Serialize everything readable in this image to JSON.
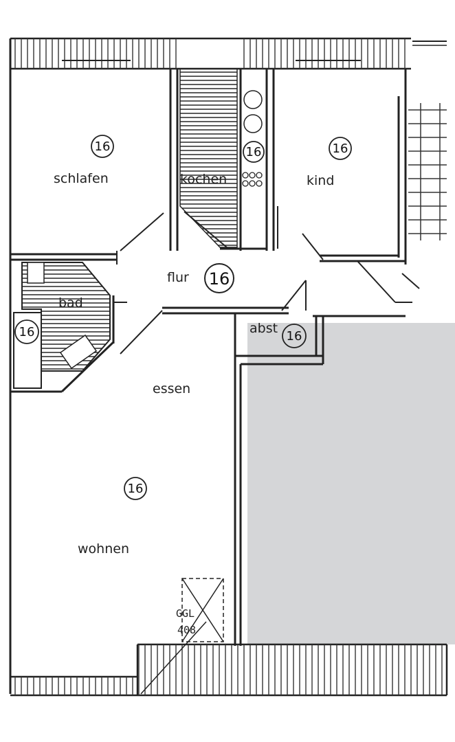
{
  "rooms": {
    "schlafen": {
      "label": "schlafen",
      "number": "16"
    },
    "kochen": {
      "label": "kochen",
      "number": "16"
    },
    "kind": {
      "label": "kind",
      "number": "16"
    },
    "flur": {
      "label": "flur",
      "number": "16"
    },
    "bad": {
      "label": "bad",
      "number": "16"
    },
    "abst": {
      "label": "abst",
      "number": "16"
    },
    "essen": {
      "label": "essen"
    },
    "wohnen": {
      "label": "wohnen",
      "number": "16"
    }
  },
  "annotations": {
    "ggl": "GGL",
    "ggl_number": "408"
  },
  "colors": {
    "line": "#222222",
    "redaction": "#d5d6d8",
    "background": "#ffffff"
  }
}
